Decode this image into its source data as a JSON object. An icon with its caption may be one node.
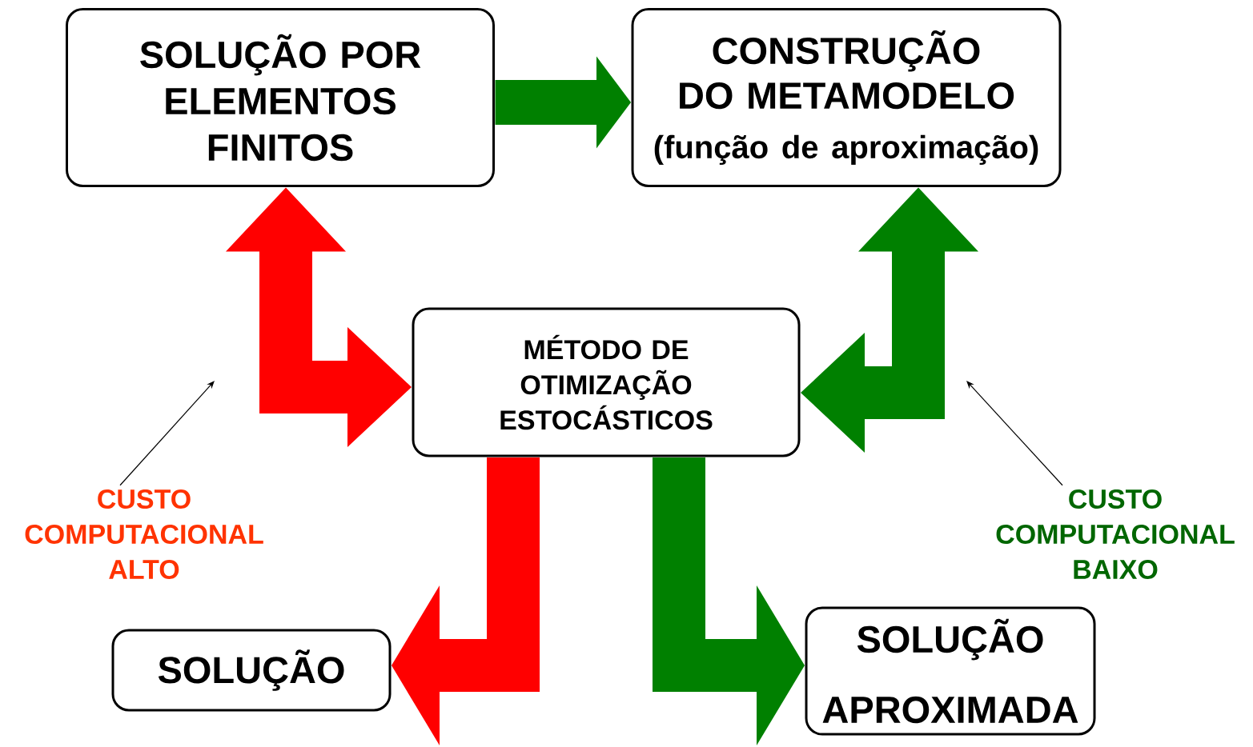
{
  "diagram": {
    "nodes": [
      {
        "text": [
          "SOLUÇÃO POR ELEMENTOS FINITOS"
        ]
      },
      {
        "text": [
          "CONSTRUÇÃO DO METAMODELO",
          "(função de aproximação)"
        ]
      },
      {
        "text": [
          "MÉTODO DE OTIMIZAÇÃO ESTOCÁSTICOS"
        ]
      },
      {
        "text": [
          "SOLUÇÃO"
        ]
      },
      {
        "text": [
          "SOLUÇÃO APROXIMADA"
        ]
      },
      {
        "text": [
          "CUSTO COMPUTACIONAL ALTO"
        ]
      },
      {
        "text": [
          "CUSTO COMPUTACIONAL BAIXO"
        ]
      }
    ],
    "edges": [
      {
        "from": 0,
        "to": 1,
        "arrow": "to",
        "style": "thick",
        "color": "#008000"
      },
      {
        "from": 0,
        "to": 2,
        "arrow": "both",
        "style": "thick",
        "color": "#ff0000"
      },
      {
        "from": 1,
        "to": 2,
        "arrow": "both",
        "style": "thick",
        "color": "#008000"
      },
      {
        "from": 2,
        "to": 3,
        "arrow": "to",
        "style": "thick",
        "color": "#ff0000"
      },
      {
        "from": 2,
        "to": 4,
        "arrow": "to",
        "style": "thick",
        "color": "#008000"
      },
      {
        "from": 5,
        "to": null,
        "arrow": "to"
      },
      {
        "from": 6,
        "to": null,
        "arrow": "to"
      }
    ]
  }
}
